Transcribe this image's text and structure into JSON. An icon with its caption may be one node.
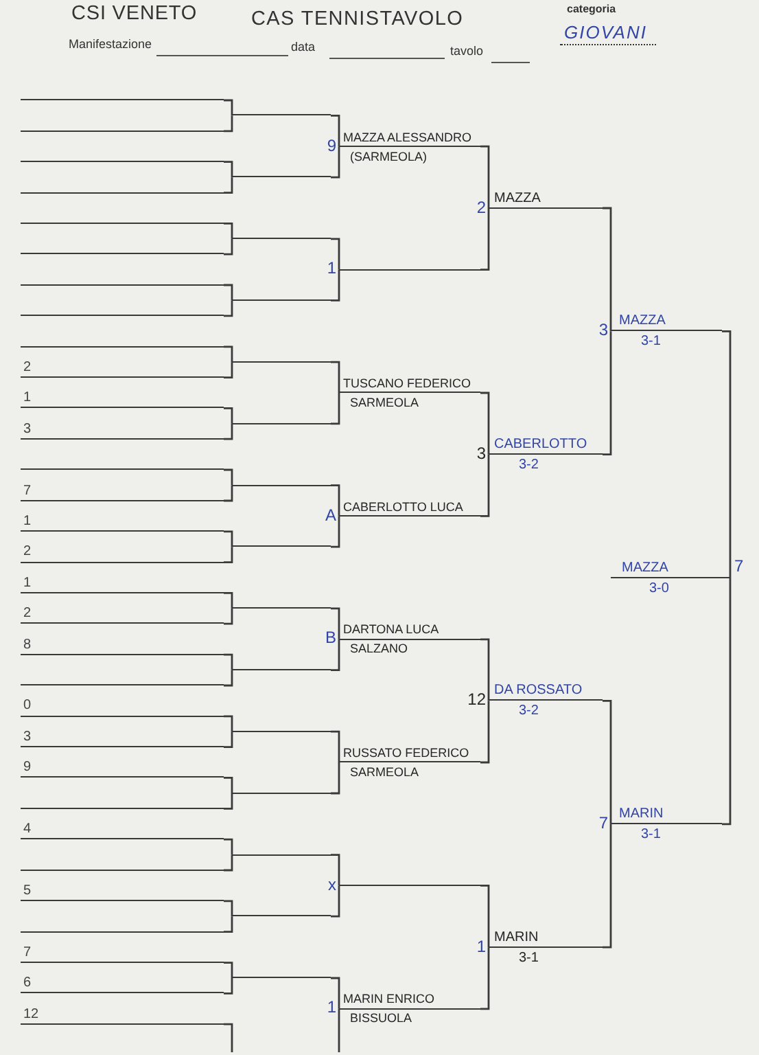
{
  "diagram": {
    "nodes": [
      {
        "text": [],
        "shape": "line"
      },
      {
        "text": [],
        "shape": "line"
      },
      {
        "text": [],
        "shape": "line"
      },
      {
        "text": [],
        "shape": "line"
      },
      {
        "text": [],
        "shape": "line"
      },
      {
        "text": [],
        "shape": "line"
      },
      {
        "text": [],
        "shape": "line"
      },
      {
        "text": [],
        "shape": "line"
      },
      {
        "text": [],
        "shape": "line"
      },
      {
        "text": [
          "2"
        ]
      },
      {
        "text": [
          "1"
        ]
      },
      {
        "text": [
          "3"
        ]
      },
      {
        "text": [],
        "shape": "line"
      },
      {
        "text": [
          "7"
        ]
      },
      {
        "text": [
          "1"
        ]
      },
      {
        "text": [
          "2"
        ]
      },
      {
        "text": [
          "1"
        ]
      },
      {
        "text": [
          "2"
        ]
      },
      {
        "text": [
          "8"
        ]
      },
      {
        "text": [],
        "shape": "line"
      },
      {
        "text": [
          "0"
        ]
      },
      {
        "text": [
          "3"
        ]
      },
      {
        "text": [
          "9"
        ]
      },
      {
        "text": [],
        "shape": "line"
      },
      {
        "text": [
          "4"
        ]
      },
      {
        "text": [],
        "shape": "line"
      },
      {
        "text": [
          "5"
        ]
      },
      {
        "text": [],
        "shape": "line"
      },
      {
        "text": [
          "7"
        ]
      },
      {
        "text": [
          "6"
        ]
      },
      {
        "text": [
          "12"
        ]
      },
      {
        "text": [],
        "shape": "line"
      },
      {
        "text": [],
        "shape": "line"
      },
      {
        "text": [],
        "shape": "line"
      },
      {
        "text": [],
        "shape": "line"
      },
      {
        "text": [],
        "shape": "line"
      },
      {
        "text": [],
        "shape": "line"
      },
      {
        "text": [],
        "shape": "line"
      },
      {
        "text": [],
        "shape": "line"
      },
      {
        "text": [],
        "shape": "line"
      },
      {
        "text": [],
        "shape": "line"
      },
      {
        "text": [],
        "shape": "line"
      },
      {
        "text": [],
        "shape": "line"
      },
      {
        "text": [],
        "shape": "line"
      },
      {
        "text": [],
        "shape": "line"
      },
      {
        "text": [],
        "shape": "line"
      },
      {
        "text": [
          "MAZZA ALESSANDRO",
          "(SARMEOLA)"
        ],
        "beside": [
          "9"
        ]
      },
      {
        "text": [],
        "shape": "line",
        "beside": [
          "1"
        ]
      },
      {
        "text": [
          "TUSCANO FEDERICO",
          "SARMEOLA"
        ]
      },
      {
        "text": [
          "CABERLOTTO LUCA"
        ],
        "beside": [
          "A"
        ]
      },
      {
        "text": [
          "DARTONA LUCA",
          "SALZANO"
        ],
        "beside": [
          "B"
        ]
      },
      {
        "text": [
          "RUSSATO FEDERICO",
          "SARMEOLA"
        ]
      },
      {
        "text": [],
        "shape": "line",
        "beside": [
          "x"
        ]
      },
      {
        "text": [
          "MARIN ENRICO",
          "BISSUOLA"
        ],
        "beside": [
          "1"
        ]
      },
      {
        "text": [
          "MAZZA"
        ],
        "beside": [
          "2"
        ]
      },
      {
        "text": [
          "CABERLOTTO",
          "3-2"
        ],
        "beside": [
          "3"
        ]
      },
      {
        "text": [
          "DA ROSSATO",
          "3-2"
        ],
        "beside": [
          "12"
        ]
      },
      {
        "text": [
          "MARIN",
          "3-1"
        ],
        "beside": [
          "1"
        ]
      },
      {
        "text": [
          "MAZZA",
          "3-1"
        ],
        "beside": [
          "3"
        ]
      },
      {
        "text": [
          "MARIN",
          "3-1"
        ],
        "beside": [
          "7"
        ]
      },
      {
        "text": [
          "MAZZA",
          "3-0"
        ],
        "beside": [
          "7"
        ]
      }
    ],
    "edges": [
      {
        "from": 0,
        "to": 31,
        "arrow": "none"
      },
      {
        "from": 1,
        "to": 31,
        "arrow": "none"
      },
      {
        "from": 2,
        "to": 32,
        "arrow": "none"
      },
      {
        "from": 3,
        "to": 32,
        "arrow": "none"
      },
      {
        "from": 4,
        "to": 33,
        "arrow": "none"
      },
      {
        "from": 5,
        "to": 33,
        "arrow": "none"
      },
      {
        "from": 6,
        "to": 34,
        "arrow": "none"
      },
      {
        "from": 7,
        "to": 34,
        "arrow": "none"
      },
      {
        "from": 8,
        "to": 35,
        "arrow": "none"
      },
      {
        "from": 9,
        "to": 35,
        "arrow": "none"
      },
      {
        "from": 10,
        "to": 36,
        "arrow": "none"
      },
      {
        "from": 11,
        "to": 36,
        "arrow": "none"
      },
      {
        "from": 12,
        "to": 37,
        "arrow": "none"
      },
      {
        "from": 13,
        "to": 37,
        "arrow": "none"
      },
      {
        "from": 14,
        "to": 38,
        "arrow": "none"
      },
      {
        "from": 15,
        "to": 38,
        "arrow": "none"
      },
      {
        "from": 16,
        "to": 39,
        "arrow": "none"
      },
      {
        "from": 17,
        "to": 39,
        "arrow": "none"
      },
      {
        "from": 18,
        "to": 40,
        "arrow": "none"
      },
      {
        "from": 19,
        "to": 40,
        "arrow": "none"
      },
      {
        "from": 20,
        "to": 41,
        "arrow": "none"
      },
      {
        "from": 21,
        "to": 41,
        "arrow": "none"
      },
      {
        "from": 22,
        "to": 42,
        "arrow": "none"
      },
      {
        "from": 23,
        "to": 42,
        "arrow": "none"
      },
      {
        "from": 24,
        "to": 43,
        "arrow": "none"
      },
      {
        "from": 25,
        "to": 43,
        "arrow": "none"
      },
      {
        "from": 26,
        "to": 44,
        "arrow": "none"
      },
      {
        "from": 27,
        "to": 44,
        "arrow": "none"
      },
      {
        "from": 28,
        "to": 45,
        "arrow": "none"
      },
      {
        "from": 29,
        "to": 45,
        "arrow": "none"
      },
      {
        "from": 30,
        "to": null,
        "arrow": "none"
      },
      {
        "from": 31,
        "to": 46,
        "arrow": "none"
      },
      {
        "from": 32,
        "to": 46,
        "arrow": "none"
      },
      {
        "from": 33,
        "to": 47,
        "arrow": "none"
      },
      {
        "from": 34,
        "to": 47,
        "arrow": "none"
      },
      {
        "from": 35,
        "to": 48,
        "arrow": "none"
      },
      {
        "from": 36,
        "to": 48,
        "arrow": "none"
      },
      {
        "from": 37,
        "to": 49,
        "arrow": "none"
      },
      {
        "from": 38,
        "to": 49,
        "arrow": "none"
      },
      {
        "from": 39,
        "to": 50,
        "arrow": "none"
      },
      {
        "from": 40,
        "to": 50,
        "arrow": "none"
      },
      {
        "from": 41,
        "to": 51,
        "arrow": "none"
      },
      {
        "from": 42,
        "to": 51,
        "arrow": "none"
      },
      {
        "from": 43,
        "to": 52,
        "arrow": "none"
      },
      {
        "from": 44,
        "to": 52,
        "arrow": "none"
      },
      {
        "from": 45,
        "to": 53,
        "arrow": "none"
      },
      {
        "from": null,
        "to": 53,
        "arrow": "none"
      },
      {
        "from": 46,
        "to": 54,
        "arrow": "none"
      },
      {
        "from": 47,
        "to": 54,
        "arrow": "none"
      },
      {
        "from": 48,
        "to": 55,
        "arrow": "none"
      },
      {
        "from": 49,
        "to": 55,
        "arrow": "none"
      },
      {
        "from": 50,
        "to": 56,
        "arrow": "none"
      },
      {
        "from": 51,
        "to": 56,
        "arrow": "none"
      },
      {
        "from": 52,
        "to": 57,
        "arrow": "none"
      },
      {
        "from": 53,
        "to": 57,
        "arrow": "none"
      },
      {
        "from": 54,
        "to": 58,
        "arrow": "none"
      },
      {
        "from": 55,
        "to": 58,
        "arrow": "none"
      },
      {
        "from": 56,
        "to": 59,
        "arrow": "none"
      },
      {
        "from": 57,
        "to": 59,
        "arrow": "none"
      },
      {
        "from": 58,
        "to": 60,
        "arrow": "none"
      },
      {
        "from": 59,
        "to": 60,
        "arrow": "none"
      }
    ],
    "labels": [
      "CSI VENETO",
      "CAS TENNISTAVOLO",
      "categoria",
      "Manifestazione",
      "data",
      "tavolo",
      "GIOVANI"
    ]
  }
}
